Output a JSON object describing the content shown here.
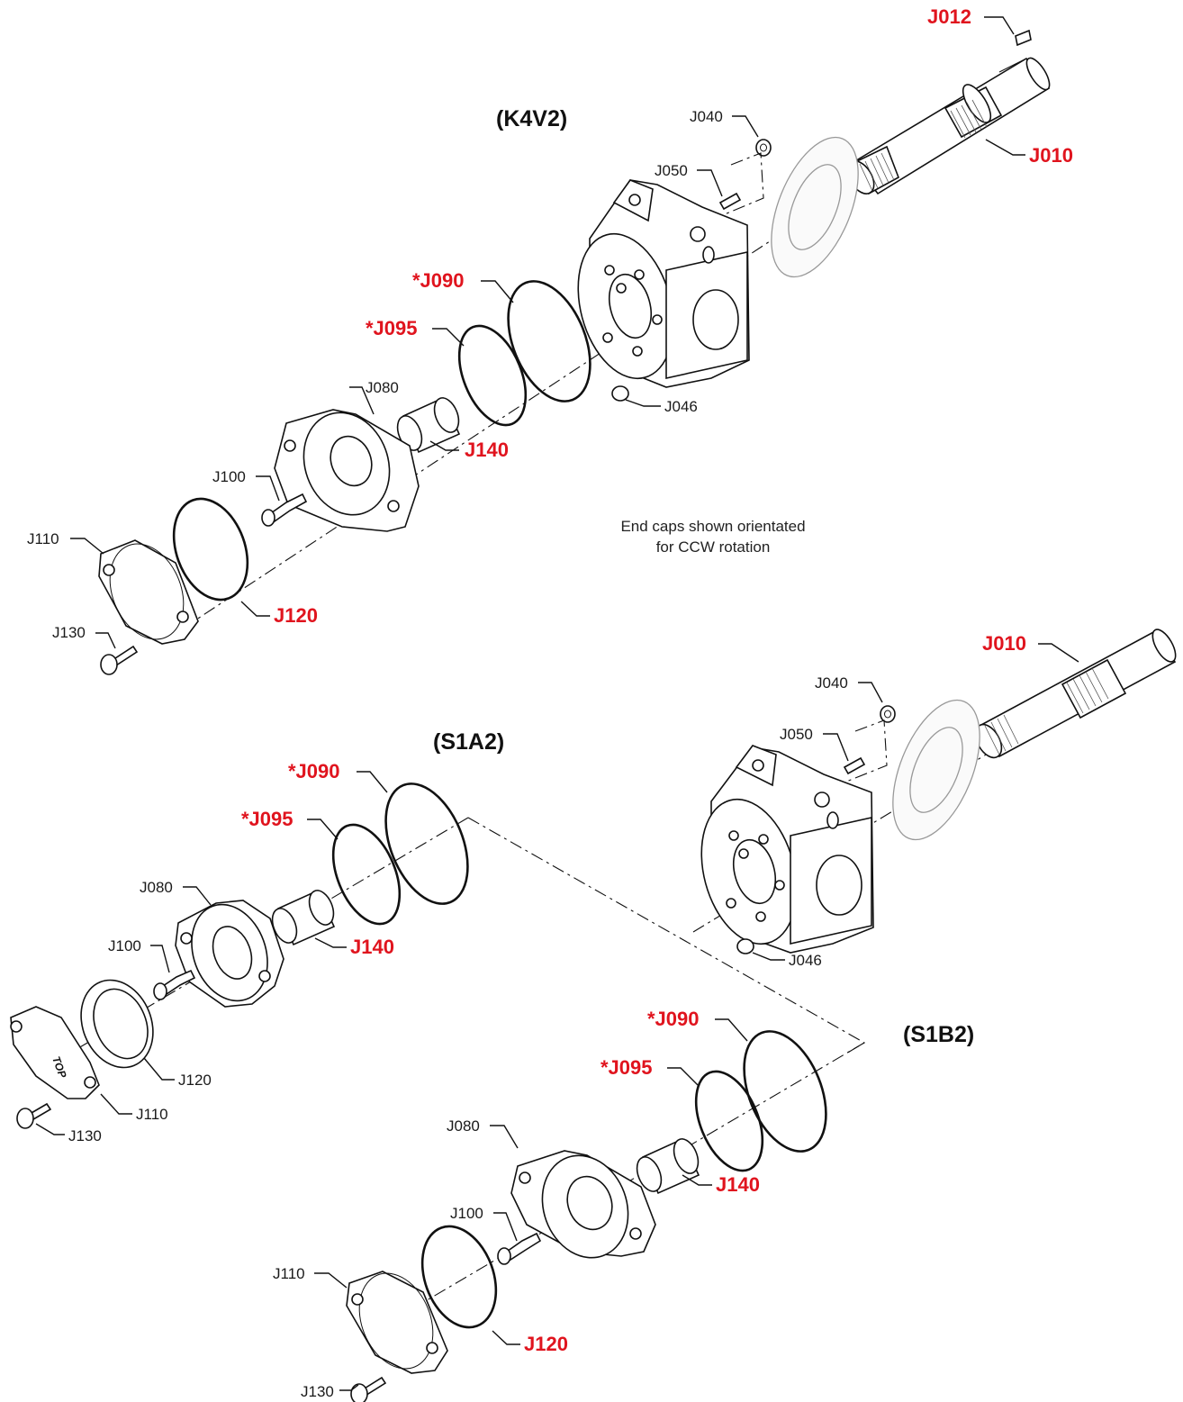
{
  "colors": {
    "callout_red": "#e0141e",
    "ink": "#111111"
  },
  "headings": {
    "k4v2": "(K4V2)",
    "s1a2": "(S1A2)",
    "s1b2": "(S1B2)"
  },
  "note": {
    "line1": "End caps shown orientated",
    "line2": "for CCW rotation"
  },
  "top_plate_text": "TOP",
  "labels": {
    "k4v2": {
      "j012": "J012",
      "j010": "J010",
      "j040": "J040",
      "j050": "J050",
      "j090": "*J090",
      "j095": "*J095",
      "j046": "J046",
      "j080": "J080",
      "j140": "J140",
      "j100": "J100",
      "j110": "J110",
      "j120": "J120",
      "j130": "J130"
    },
    "shaft_group": {
      "j010": "J010",
      "j040": "J040",
      "j050": "J050",
      "j046": "J046"
    },
    "s1a2": {
      "j090": "*J090",
      "j095": "*J095",
      "j080": "J080",
      "j140": "J140",
      "j100": "J100",
      "j120": "J120",
      "j110": "J110",
      "j130": "J130"
    },
    "s1b2": {
      "j090": "*J090",
      "j095": "*J095",
      "j080": "J080",
      "j140": "J140",
      "j100": "J100",
      "j110": "J110",
      "j120": "J120",
      "j130": "J130"
    }
  }
}
